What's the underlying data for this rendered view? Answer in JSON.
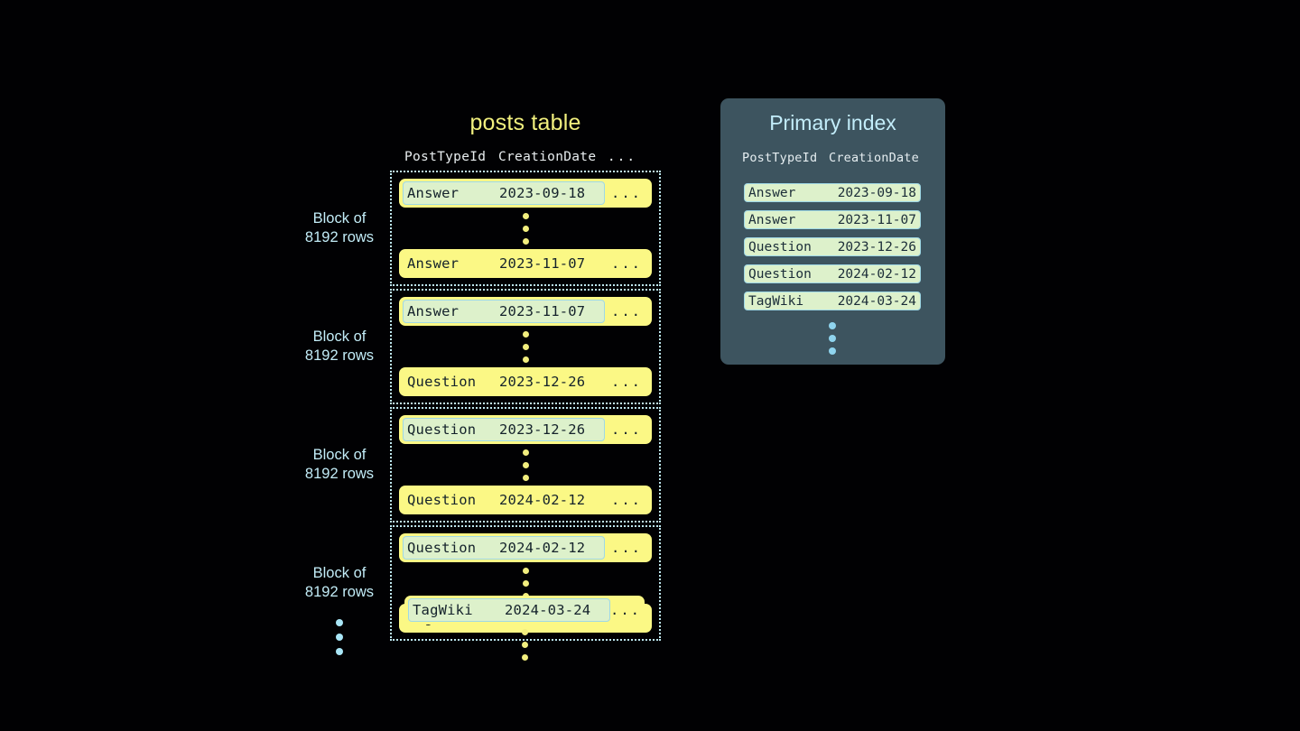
{
  "posts_table": {
    "title": "posts table",
    "columns": {
      "post_type_id": "PostTypeId",
      "creation_date": "CreationDate",
      "more": "..."
    },
    "blocks": [
      {
        "label_line1": "Block of",
        "label_line2": "8192 rows",
        "first_row": {
          "post_type_id": "Answer",
          "creation_date": "2023-09-18",
          "more": "...",
          "highlighted": true
        },
        "last_row": {
          "post_type_id": "Answer",
          "creation_date": "2023-11-07",
          "more": "...",
          "highlighted": false
        }
      },
      {
        "label_line1": "Block of",
        "label_line2": "8192 rows",
        "first_row": {
          "post_type_id": "Answer",
          "creation_date": "2023-11-07",
          "more": "...",
          "highlighted": true
        },
        "last_row": {
          "post_type_id": "Question",
          "creation_date": "2023-12-26",
          "more": "...",
          "highlighted": false
        }
      },
      {
        "label_line1": "Block of",
        "label_line2": "8192 rows",
        "first_row": {
          "post_type_id": "Question",
          "creation_date": "2023-12-26",
          "more": "...",
          "highlighted": true
        },
        "last_row": {
          "post_type_id": "Question",
          "creation_date": "2024-02-12",
          "more": "...",
          "highlighted": false
        }
      },
      {
        "label_line1": "Block of",
        "label_line2": "8192 rows",
        "first_row": {
          "post_type_id": "Question",
          "creation_date": "2024-02-12",
          "more": "...",
          "highlighted": true
        },
        "last_row": {
          "post_type_id": "TagWiki",
          "creation_date": "2024-03-24",
          "more": "...",
          "highlighted": false
        }
      }
    ],
    "tail_row": {
      "post_type_id": "TagWiki",
      "creation_date": "2024-03-24",
      "more": "...",
      "highlighted": true
    }
  },
  "primary_index": {
    "title": "Primary index",
    "columns": {
      "post_type_id": "PostTypeId",
      "creation_date": "CreationDate"
    },
    "rows": [
      {
        "post_type_id": "Answer",
        "creation_date": "2023-09-18"
      },
      {
        "post_type_id": "Answer",
        "creation_date": "2023-11-07"
      },
      {
        "post_type_id": "Question",
        "creation_date": "2023-12-26"
      },
      {
        "post_type_id": "Question",
        "creation_date": "2024-02-12"
      },
      {
        "post_type_id": "TagWiki",
        "creation_date": "2024-03-24"
      }
    ]
  },
  "colors": {
    "background": "#010103",
    "row_yellow": "#fbf885",
    "highlight_green": "#ddf1cb",
    "highlight_border": "#9fd8e6",
    "block_border": "#bfe9f2",
    "title_yellow": "#f2f07e",
    "label_cyan": "#c2ecf7",
    "panel_slate": "#3d545f",
    "panel_title": "#c3edfa",
    "dot_yellow": "#f2ee7e",
    "dot_cyan": "#a9e6f7"
  }
}
